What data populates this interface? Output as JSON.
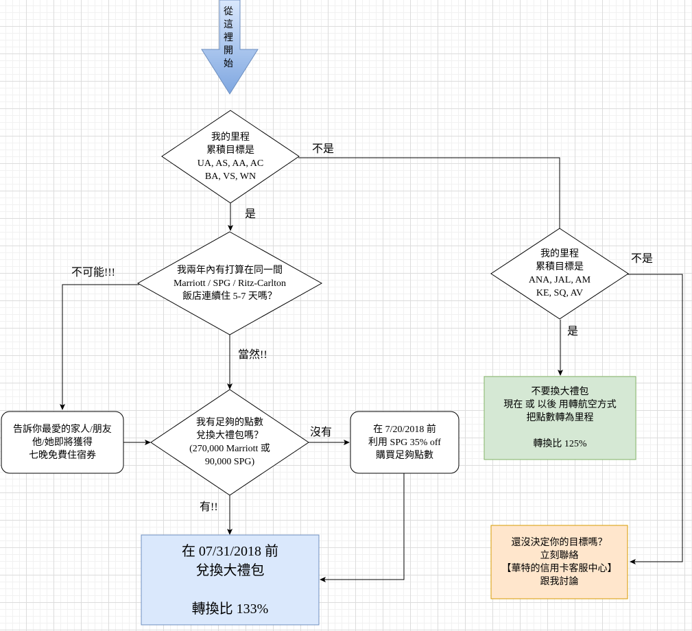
{
  "start": {
    "text": [
      "從",
      "這",
      "裡",
      "開",
      "始"
    ]
  },
  "decisions": {
    "d1": {
      "lines": [
        "我的里程",
        "累積目標是",
        "UA, AS, AA, AC",
        "BA, VS, WN"
      ]
    },
    "d2": {
      "lines": [
        "我兩年內有打算在同一間",
        "Marriott / SPG / Ritz-Carlton",
        "飯店連續住 5-7 天嗎？"
      ]
    },
    "d3": {
      "lines": [
        "我有足夠的點數",
        "兌換大禮包嗎？",
        "(270,000 Marriott 或",
        "90,000 SPG)"
      ]
    },
    "d4": {
      "lines": [
        "我的里程",
        "累積目標是",
        "ANA, JAL, AM",
        "KE, SQ, AV"
      ]
    }
  },
  "boxes": {
    "tell_family": {
      "lines": [
        "告訴你最愛的家人/朋友",
        "他/她即將獲得",
        "七晚免費住宿券"
      ]
    },
    "buy_points": {
      "lines": [
        "在 7/20/2018 前",
        "利用 SPG 35% off",
        "購買足夠點數"
      ]
    },
    "redeem": {
      "lines": [
        "在 07/31/2018 前",
        "兌換大禮包"
      ],
      "ratio": "轉換比 133%"
    },
    "transfer": {
      "lines": [
        "不要換大禮包",
        "現在 或 以後 用轉航空方式",
        "把點數轉為里程"
      ],
      "ratio": "轉換比 125%"
    },
    "contact": {
      "lines": [
        "還沒決定你的目標嗎？",
        "立刻聯絡",
        "【華特的信用卡客服中心】",
        "跟我討論"
      ]
    }
  },
  "edge_labels": {
    "d1_no": "不是",
    "d1_yes": "是",
    "d2_no": "不可能!!!",
    "d2_yes": "當然!!",
    "d3_no": "沒有",
    "d3_yes": "有!!",
    "d4_no": "不是",
    "d4_yes": "是"
  },
  "colors": {
    "start_arrow_light": "#dae8fc",
    "start_arrow_dark": "#7ea6e0",
    "redeem_fill": "#dae8fc",
    "redeem_stroke": "#6c8ebf",
    "transfer_fill": "#d5e8d4",
    "transfer_stroke": "#82b366",
    "contact_fill": "#ffe6cc",
    "contact_stroke": "#d79b00"
  }
}
